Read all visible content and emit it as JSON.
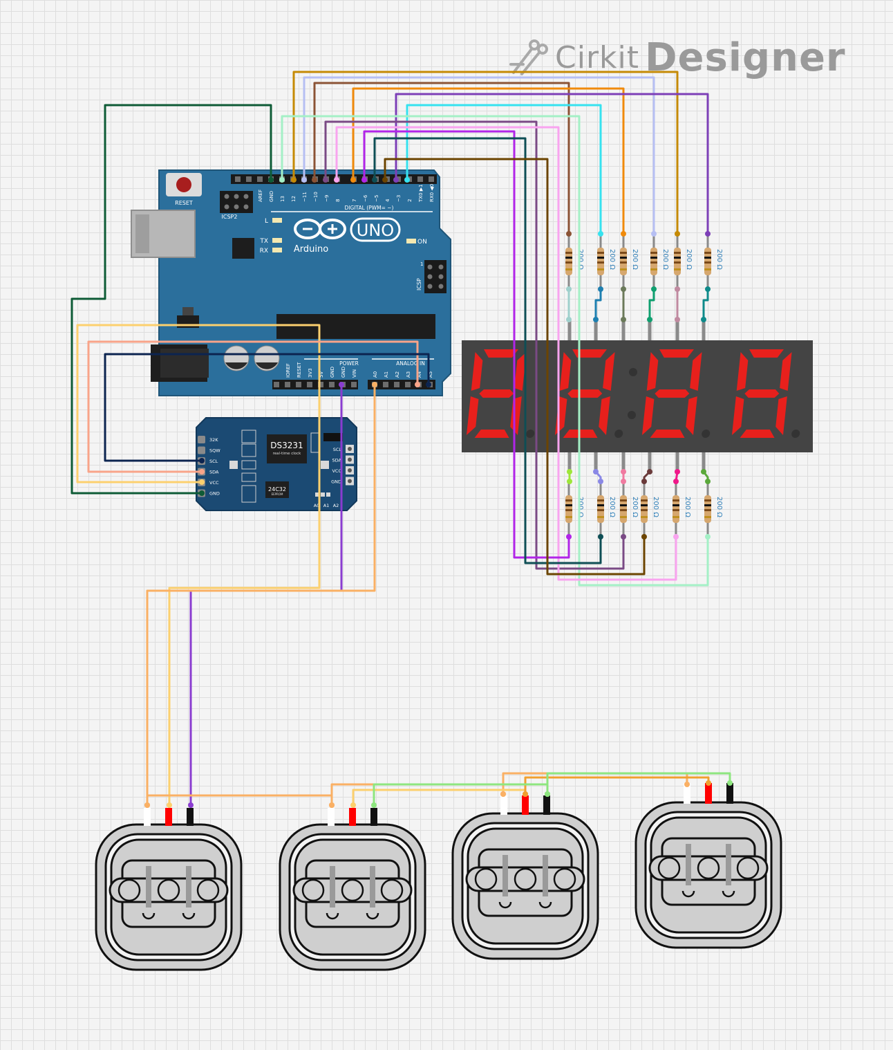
{
  "app": {
    "brand_prefix": "Cirkit",
    "brand_suffix": "Designer"
  },
  "arduino": {
    "board_name": "UNO",
    "maker": "Arduino",
    "reset_label": "RESET",
    "icsp2_label": "ICSP2",
    "icsp_label": "ICSP",
    "l_label": "L",
    "tx_label": "TX",
    "rx_label": "RX",
    "on_label": "ON",
    "digital_label": "DIGITAL (PWM= ~)",
    "power_label": "POWER",
    "analog_label": "ANALOG IN",
    "digital_pins": [
      "AREF",
      "GND",
      "13",
      "12",
      "~11",
      "~10",
      "~9",
      "8",
      "7",
      "~6",
      "~5",
      "4",
      "~3",
      "2",
      "TX0 ▶1",
      "RX0 ◀0"
    ],
    "power_pins": [
      "IOREF",
      "RESET",
      "3V3",
      "5V",
      "GND",
      "GND",
      "VIN"
    ],
    "analog_pins": [
      "A0",
      "A1",
      "A2",
      "A3",
      "A4",
      "A5"
    ],
    "icsp_pin1": "1"
  },
  "rtc": {
    "chip_label": "DS3231",
    "chip_sub": "real-time clock",
    "eeprom_label": "24C32",
    "eeprom_sub": "EEPROM",
    "left_pins": [
      "32K",
      "SQW",
      "SCL",
      "SDA",
      "VCC",
      "GND"
    ],
    "right_pins": [
      "SCL",
      "SDA",
      "VCC",
      "GND"
    ],
    "addr_pins": [
      "A0",
      "A1",
      "A2"
    ]
  },
  "display": {
    "digits": 4,
    "segment_color": "#e8201c",
    "shown": "8888"
  },
  "resistors": {
    "label": "200 Ω",
    "count_top": 6,
    "count_bottom": 6
  },
  "load_cells": {
    "count": 4
  },
  "colors": {
    "board": "#2b6f9c",
    "rtc": "#1b4a73",
    "display_body": "#444444",
    "wire_dkgreen": "#0e5b36",
    "wire_gold": "#c58a05",
    "wire_lavender": "#b6bff3",
    "wire_brown": "#8b5335",
    "wire_orange": "#f08a0b",
    "wire_purple": "#7d3fb7",
    "wire_cyan": "#36e2ef",
    "wire_mint": "#a4f0c6",
    "wire_violet": "#7a4a85",
    "wire_pink": "#f9a4ef",
    "wire_magenta": "#b125e8",
    "wire_teal": "#0e4e55",
    "wire_dkbrown": "#6b4400",
    "wire_yellow": "#fcd06e",
    "wire_salmon": "#f9a489",
    "wire_navy": "#0c2450",
    "wire_peach": "#fab064",
    "wire_green": "#8ee67f"
  }
}
